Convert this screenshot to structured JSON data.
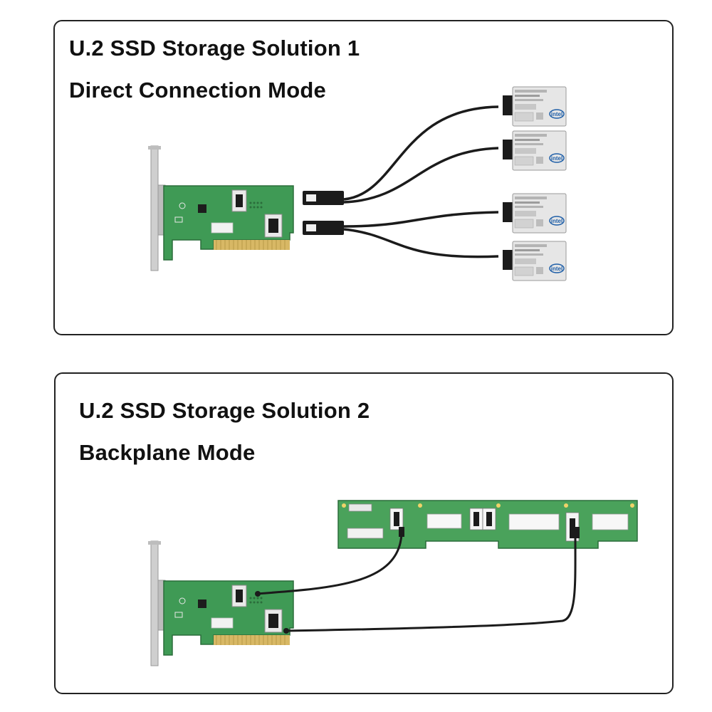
{
  "solution1": {
    "title": "U.2 SSD Storage Solution 1",
    "subtitle": "Direct Connection Mode"
  },
  "solution2": {
    "title": "U.2 SSD Storage Solution 2",
    "subtitle": "Backplane Mode"
  },
  "ssd_brand": "intel",
  "colors": {
    "pcb_green": "#3f9a55",
    "pcb_dark": "#2f7d43",
    "gold_fingers": "#d8b865",
    "bracket": "#c9c9c9",
    "cable": "#1b1b1b",
    "ssd_body": "#e6e6e6",
    "intel_blue": "#1f5fa8",
    "border": "#222222"
  }
}
